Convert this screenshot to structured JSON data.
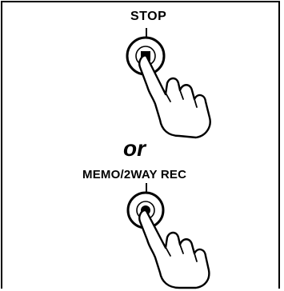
{
  "labels": {
    "stop": "STOP",
    "or": "or",
    "memo": "MEMO/2WAY REC"
  },
  "icons": {
    "top_button": "stop-button-icon",
    "top_hand": "pressing-hand-icon",
    "bottom_button": "memo-2way-rec-button-icon",
    "bottom_hand": "pressing-hand-icon"
  },
  "colors": {
    "ink": "#000000",
    "paper": "#ffffff"
  }
}
